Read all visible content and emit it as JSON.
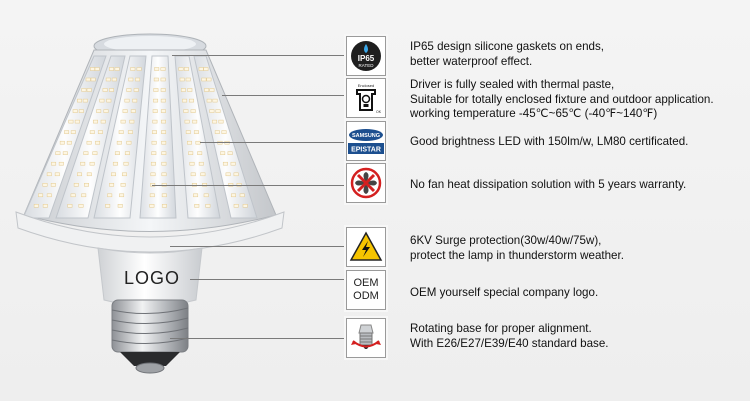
{
  "lamp": {
    "logo_label": "LOGO"
  },
  "features": [
    {
      "icon": "ip65-waterproof-icon",
      "icon_text": {
        "top": "IP65",
        "bottom": "RATED"
      },
      "lines": [
        "IP65 design silicone gaskets on ends,",
        "better waterproof effect."
      ]
    },
    {
      "icon": "enclosed-fixture-icon",
      "icon_text": {
        "top": "Enclosed",
        "bottom": "OK"
      },
      "lines": [
        "Driver is fully sealed with thermal paste,",
        "Suitable for totally enclosed fixture and outdoor application.",
        "working temperature -45℃~65℃ (-40℉~140℉)"
      ]
    },
    {
      "icon": "samsung-epistar-icon",
      "icon_text": {
        "top": "SAMSUNG",
        "bottom": "EPISTAR"
      },
      "lines": [
        "Good brightness LED with 150lm/w, LM80 certificated."
      ]
    },
    {
      "icon": "no-fan-icon",
      "lines": [
        "No fan heat dissipation solution with 5 years warranty."
      ]
    },
    {
      "icon": "surge-protection-icon",
      "lines": [
        "6KV Surge protection(30w/40w/75w),",
        "protect the lamp in thunderstorm weather."
      ]
    },
    {
      "icon": "oem-odm-icon",
      "icon_text": {
        "top": "OEM",
        "bottom": "ODM"
      },
      "lines": [
        "OEM yourself special  company logo."
      ]
    },
    {
      "icon": "rotating-base-icon",
      "lines": [
        "Rotating base for proper alignment.",
        "With E26/E27/E39/E40 standard base."
      ]
    }
  ],
  "colors": {
    "accent_blue": "#1c4f8f",
    "warning_yellow": "#f6c400",
    "no_red": "#d42020",
    "line_gray": "#7a7a7a"
  }
}
